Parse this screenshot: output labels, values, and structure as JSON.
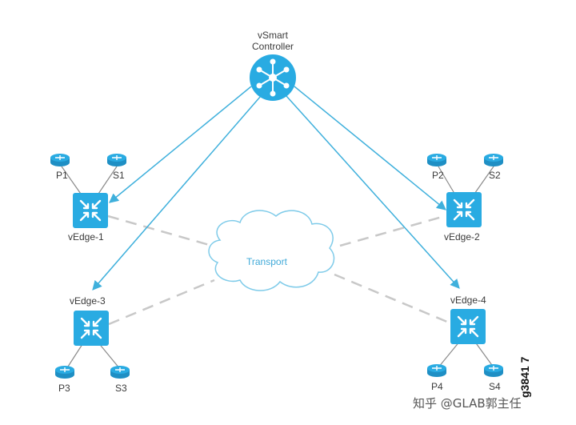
{
  "controller": {
    "label_line1": "vSmart",
    "label_line2": "Controller",
    "icon": "hub-icon"
  },
  "cloud": {
    "label": "Transport"
  },
  "edges": [
    {
      "id": "vedge-1",
      "label": "vEdge-1",
      "router_a": "P1",
      "router_b": "S1"
    },
    {
      "id": "vedge-2",
      "label": "vEdge-2",
      "router_a": "P2",
      "router_b": "S2"
    },
    {
      "id": "vedge-3",
      "label": "vEdge-3",
      "router_a": "P3",
      "router_b": "S3"
    },
    {
      "id": "vedge-4",
      "label": "vEdge-4",
      "router_a": "P4",
      "router_b": "S4"
    }
  ],
  "figure_id": "g3841 7",
  "watermark": "知乎 @GLAB郭主任",
  "colors": {
    "accent": "#29abe2",
    "line": "#3fb0dc",
    "dash": "#c8c8c8",
    "cloud": "#7fcbe9"
  }
}
